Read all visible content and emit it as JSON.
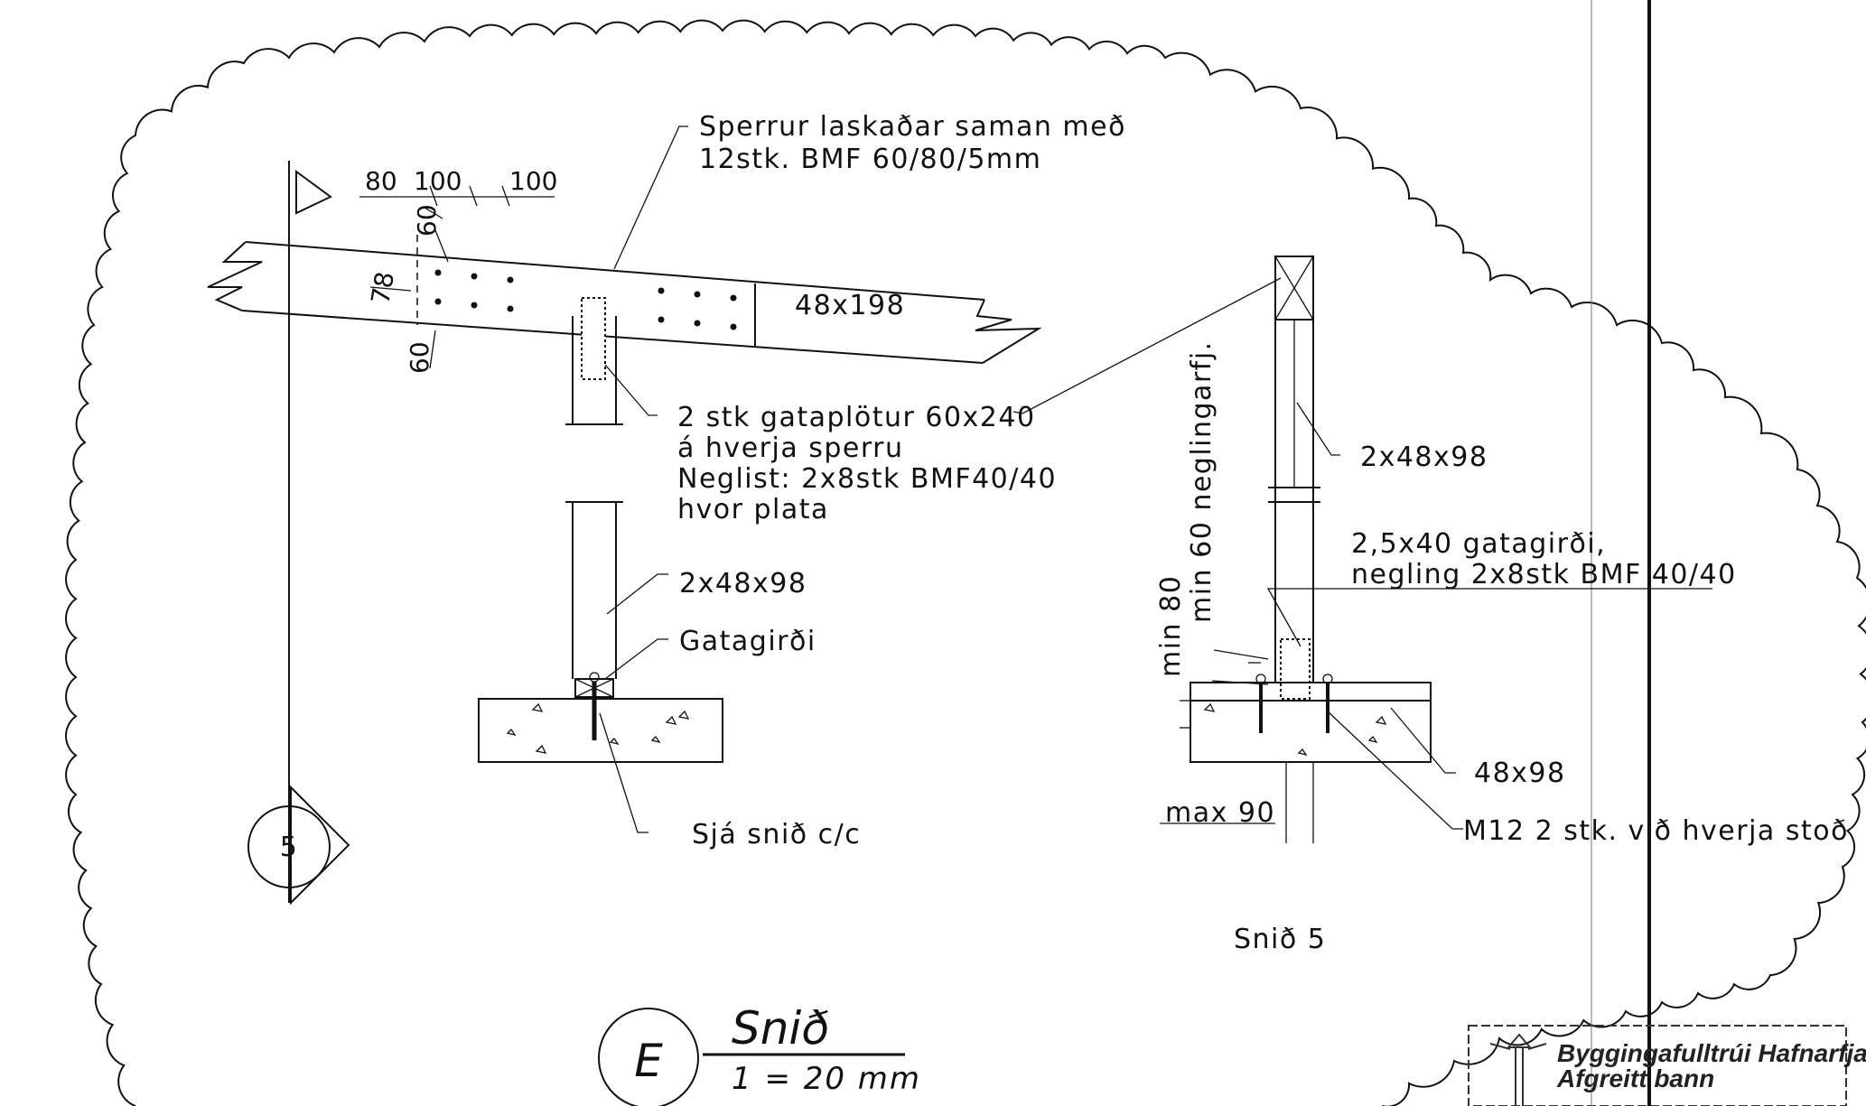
{
  "drawing": {
    "title": "Snið",
    "section_letter": "E",
    "scale": "1 = 20 mm",
    "section_marker_number": "5",
    "section_caption": "Snið 5"
  },
  "labels": {
    "rafter_joint_line1": "Sperrur laskaðar saman með",
    "rafter_joint_line2": "12stk. BMF 60/80/5mm",
    "rafter_size": "48x198",
    "plates_line1": "2 stk gataplötur 60x240",
    "plates_line2": "á hverja sperru",
    "plates_line3": "Neglist: 2x8stk BMF40/40",
    "plates_line4": "hvor plata",
    "post_left": "2x48x98",
    "strap_left": "Gatagirði",
    "see_section": "Sjá snið c/c",
    "post_right": "2x48x98",
    "strap_right_line1": "2,5x40 gatagirði,",
    "strap_right_line2": "negling 2x8stk BMF 40/40",
    "sill": "48x98",
    "bolts": "M12 2 stk. við hverja stoð"
  },
  "dimensions": {
    "d80": "80",
    "d100a": "100",
    "d100b": "100",
    "d60_top": "60",
    "d78": "78",
    "d60_bottom": "60",
    "min60": "min 60 neglingarfj.",
    "min80": "min 80",
    "max90": "max 90"
  },
  "stamp": {
    "line1": "Byggingafulltrúi Hafnarfjarðar",
    "line2": "Afgreitt bann"
  }
}
